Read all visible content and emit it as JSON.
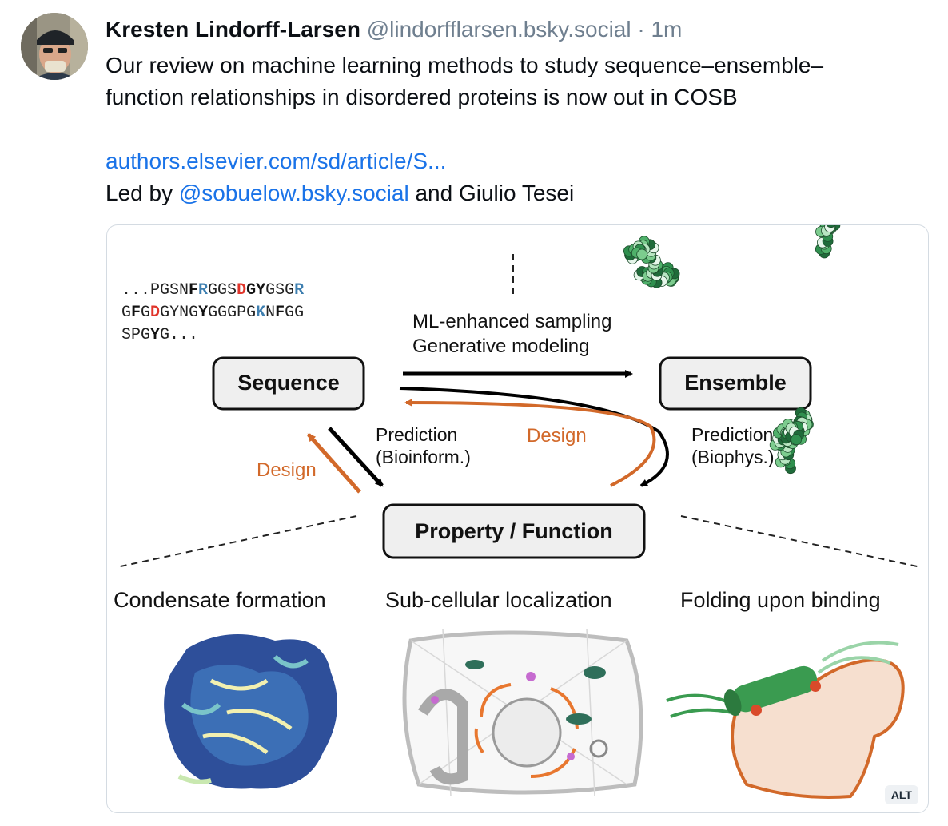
{
  "post": {
    "author_name": "Kresten Lindorff-Larsen",
    "author_handle": "@lindorfflarsen.bsky.social",
    "separator": "·",
    "time": "1m",
    "text_line1": "Our review on machine learning methods to study sequence–ensemble–",
    "text_line2": "function relationships in disordered proteins is now out in COSB",
    "link": "authors.elsevier.com/sd/article/S...",
    "led_by_prefix": "Led by ",
    "mention": "@sobuelow.bsky.social",
    "led_by_suffix": " and Giulio Tesei"
  },
  "figure": {
    "seq_line1_parts": [
      {
        "t": "...PGSN",
        "style": "plain"
      },
      {
        "t": "F",
        "style": "bold"
      },
      {
        "t": "R",
        "style": "blue"
      },
      {
        "t": "GGS",
        "style": "plain"
      },
      {
        "t": "D",
        "style": "red"
      },
      {
        "t": "GY",
        "style": "bold"
      },
      {
        "t": "GSG",
        "style": "plain"
      },
      {
        "t": "R",
        "style": "blue"
      }
    ],
    "seq_line2_parts": [
      {
        "t": "G",
        "style": "plain"
      },
      {
        "t": "F",
        "style": "bold"
      },
      {
        "t": "G",
        "style": "plain"
      },
      {
        "t": "D",
        "style": "red"
      },
      {
        "t": "GYNG",
        "style": "plain"
      },
      {
        "t": "Y",
        "style": "bold"
      },
      {
        "t": "GGGPG",
        "style": "plain"
      },
      {
        "t": "K",
        "style": "blue"
      },
      {
        "t": "N",
        "style": "plain"
      },
      {
        "t": "F",
        "style": "bold"
      },
      {
        "t": "GG",
        "style": "plain"
      }
    ],
    "seq_line3_parts": [
      {
        "t": "SPG",
        "style": "plain"
      },
      {
        "t": "Y",
        "style": "bold"
      },
      {
        "t": "G...",
        "style": "plain"
      }
    ],
    "box_sequence": "Sequence",
    "box_ensemble": "Ensemble",
    "box_property": "Property / Function",
    "label_ml_line1": "ML-enhanced sampling",
    "label_ml_line2": "Generative modeling",
    "label_design_top": "Design",
    "label_design_left": "Design",
    "label_pred_bio_line1": "Prediction",
    "label_pred_bio_line2": "(Bioinform.)",
    "label_pred_phys_line1": "Prediction",
    "label_pred_phys_line2": "(Biophys.)",
    "caption_condensate": "Condensate formation",
    "caption_subcellular": "Sub-cellular localization",
    "caption_folding": "Folding upon binding",
    "alt_badge": "ALT",
    "colors": {
      "orange": "#d2692a",
      "seq_red": "#e0352b",
      "seq_blue": "#3e7fb0",
      "green": "#3a9b50"
    }
  }
}
